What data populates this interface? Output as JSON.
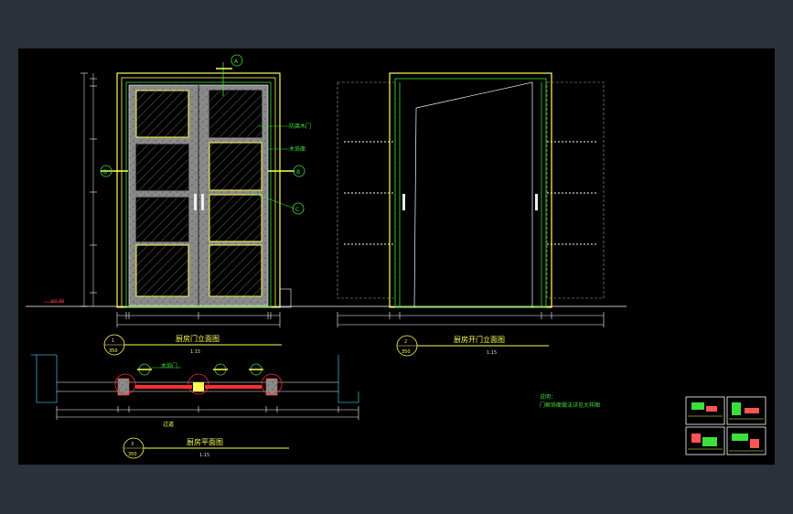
{
  "drawing": {
    "elevation1": {
      "title": "厨房门立面图",
      "scale": "1:15",
      "marker_num": "1",
      "marker_sheet": "350",
      "callouts": {
        "top": "A",
        "left": "B",
        "right": "B",
        "right2": "C"
      },
      "notes": [
        "防腐木门",
        "木饰面"
      ],
      "level_text": "±0.00"
    },
    "elevation2": {
      "title": "厨房开门立面图",
      "scale": "1:15",
      "marker_num": "2",
      "marker_sheet": "350"
    },
    "plan": {
      "title": "厨房平面图",
      "scale": "1:15",
      "marker_num": "3",
      "marker_sheet": "350",
      "label_top": "木饰门",
      "label_bottom": "过道"
    },
    "note_block": {
      "line1": "说明：",
      "line2": "门框饰面做法详见大样图"
    }
  }
}
